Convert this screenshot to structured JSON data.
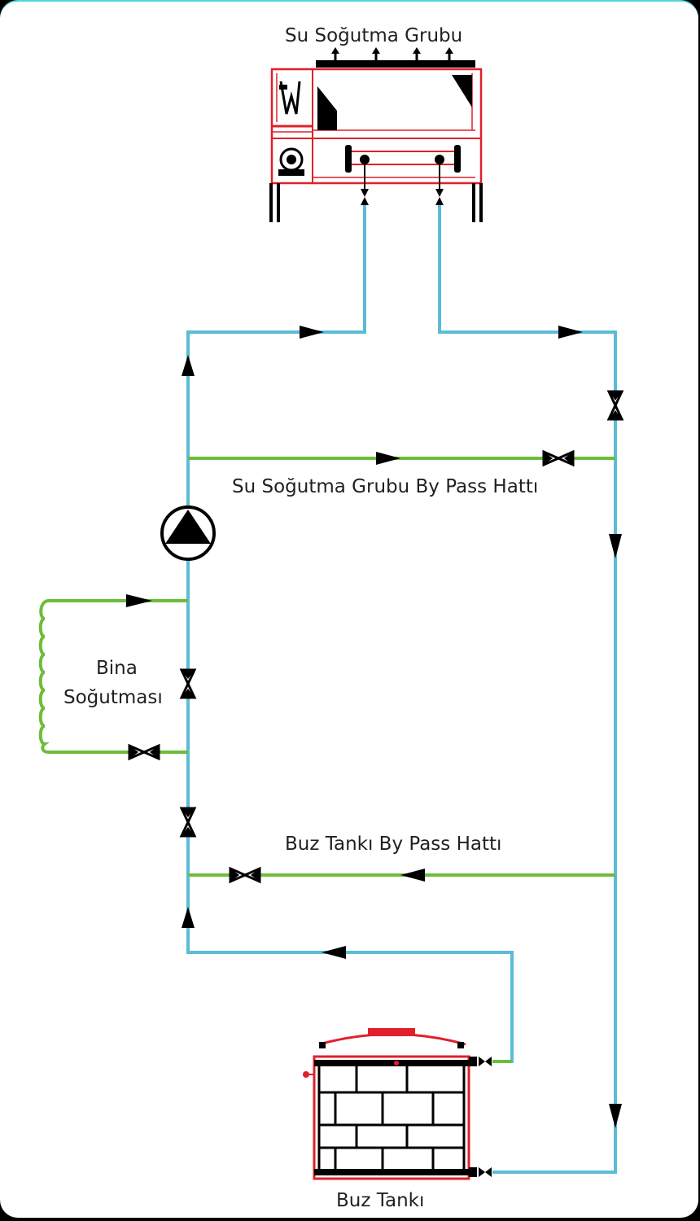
{
  "labels": {
    "chiller": "Su Soğutma Grubu",
    "chiller_bypass": "Su Soğutma Grubu By Pass Hattı",
    "building_line1": "Bina",
    "building_line2": "Soğutması",
    "ice_bypass": "Buz Tankı By Pass Hattı",
    "ice_tank": "Buz Tankı"
  },
  "colors": {
    "water_pipe": "#5bbcd6",
    "bypass_pipe": "#6cbd3b",
    "equipment": "#e0202a",
    "symbol": "#000000",
    "background": "#ffffff"
  },
  "icons": [
    "chiller-icon",
    "pump-icon",
    "valve-icon",
    "flow-arrow-icon",
    "ice-tank-icon",
    "coil-icon"
  ]
}
